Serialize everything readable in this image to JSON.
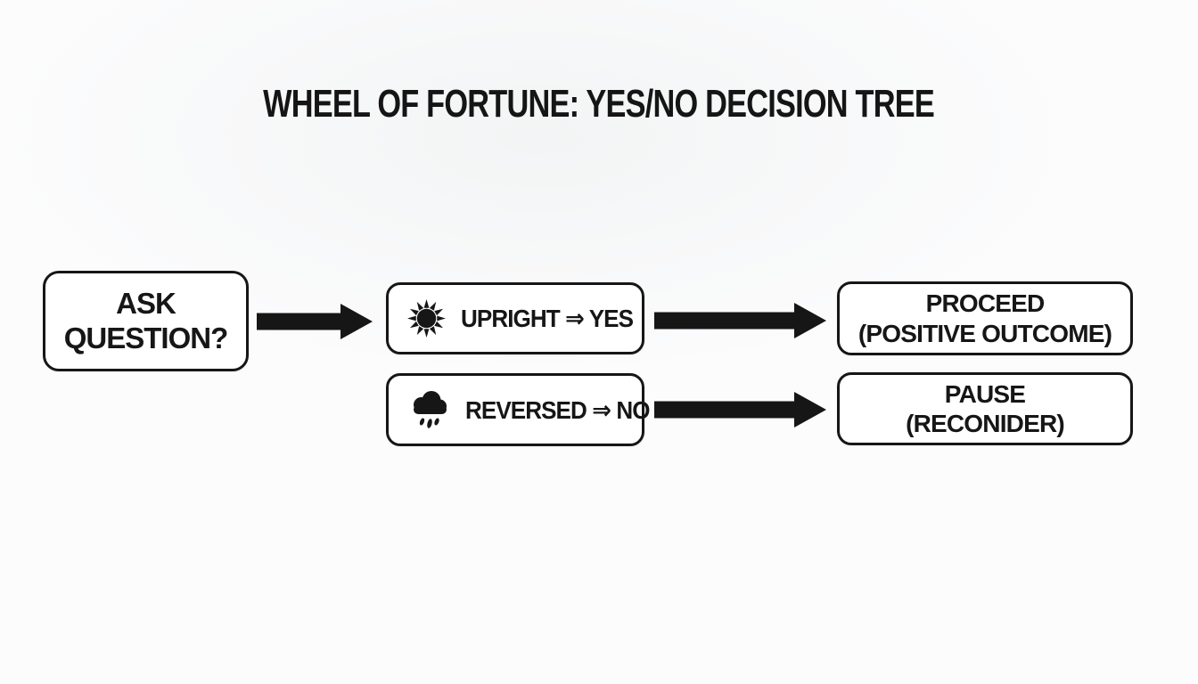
{
  "title": "WHEEL OF FORTUNE: YES/NO DECISION TREE",
  "colors": {
    "ink": "#161616",
    "background": "#fcfcfd",
    "box_fill": "#ffffff"
  },
  "nodes": {
    "ask_question": {
      "lines": [
        "ASK",
        "QUESTION?"
      ]
    },
    "upright": {
      "icon": "sun-icon",
      "label": "UPRIGHT ⇒ YES"
    },
    "reversed": {
      "icon": "rain-cloud-icon",
      "label": "REVERSED ⇒ NO"
    },
    "proceed": {
      "lines": [
        "PROCEED",
        "(POSITIVE OUTCOME)"
      ]
    },
    "pause": {
      "lines": [
        "PAUSE",
        "(RECONIDER)"
      ]
    }
  }
}
